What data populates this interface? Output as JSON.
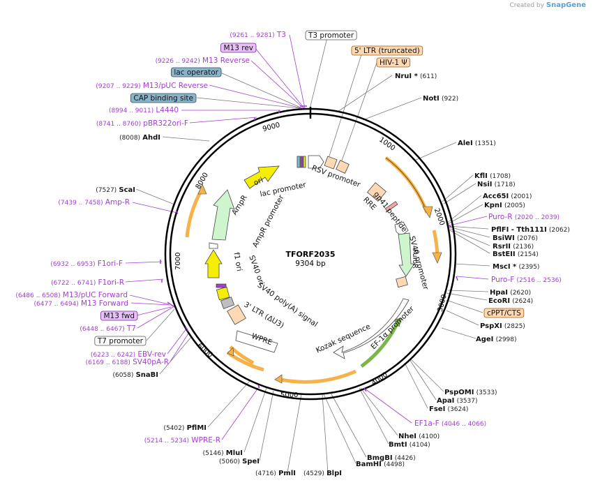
{
  "credit": {
    "prefix": "Created by",
    "brand": "SnapGene"
  },
  "plasmid": {
    "name": "TFORF2035",
    "size": "9304 bp"
  },
  "colors": {
    "primer": "#a23ed0",
    "feature_line": "#707070",
    "orf_fill": "#f6b24a",
    "promoter_fill": "#ffffff",
    "ori_fill": "#f5ee00",
    "ampr_fill": "#cff5cf",
    "ltr_fill": "#ffd9b3",
    "lac_fill": "#8cb4c9"
  },
  "ticks": [
    "1000",
    "2000",
    "3000",
    "4000",
    "5000",
    "6000",
    "7000",
    "8000",
    "9000"
  ],
  "labels": [
    {
      "name": "T3",
      "pos": "(9261 .. 9281)",
      "primer": true
    },
    {
      "name": "M13 rev",
      "boxed": "primer"
    },
    {
      "name": "M13 Reverse",
      "pos": "(9226 .. 9242)",
      "primer": true
    },
    {
      "name": "lac operator",
      "boxed": "blue"
    },
    {
      "name": "M13/pUC Reverse",
      "pos": "(9207 .. 9229)",
      "primer": true
    },
    {
      "name": "CAP binding site",
      "boxed": "blue"
    },
    {
      "name": "L4440",
      "pos": "(8994 .. 9011)",
      "primer": true
    },
    {
      "name": "pBR322ori-F",
      "pos": "(8741 .. 8760)",
      "primer": true
    },
    {
      "name": "AhdI",
      "pos": "(8008)"
    },
    {
      "name": "ScaI",
      "pos": "(7527)"
    },
    {
      "name": "Amp-R",
      "pos": "(7439 .. 7458)",
      "primer": true
    },
    {
      "name": "F1ori-F",
      "pos": "(6932 .. 6953)",
      "primer": true
    },
    {
      "name": "F1ori-R",
      "pos": "(6722 .. 6741)",
      "primer": true
    },
    {
      "name": "M13/pUC Forward",
      "pos": "(6486 .. 6508)",
      "primer": true
    },
    {
      "name": "M13 Forward",
      "pos": "(6477 .. 6494)",
      "primer": true
    },
    {
      "name": "M13 fwd",
      "boxed": "primer"
    },
    {
      "name": "T7",
      "pos": "(6448 .. 6467)",
      "primer": true
    },
    {
      "name": "T7 promoter",
      "boxed": "white"
    },
    {
      "name": "EBV-rev",
      "pos": "(6223 .. 6242)",
      "primer": true
    },
    {
      "name": "SV40pA-R",
      "pos": "(6169 .. 6188)",
      "primer": true
    },
    {
      "name": "SnaBI",
      "pos": "(6058)"
    },
    {
      "name": "PflMI",
      "pos": "(5402)"
    },
    {
      "name": "WPRE-R",
      "pos": "(5214 .. 5234)",
      "primer": true
    },
    {
      "name": "MluI",
      "pos": "(5146)"
    },
    {
      "name": "SpeI",
      "pos": "(5060)"
    },
    {
      "name": "PmlI",
      "pos": "(4716)"
    },
    {
      "name": "BlpI",
      "pos": "(4529)"
    },
    {
      "name": "BamHI",
      "pos": "(4498)"
    },
    {
      "name": "BmgBI",
      "pos": "(4426)"
    },
    {
      "name": "BmtI",
      "pos": "(4104)"
    },
    {
      "name": "NheI",
      "pos": "(4100)"
    },
    {
      "name": "EF1a-F",
      "pos": "(4046 .. 4066)",
      "primer": true
    },
    {
      "name": "FseI",
      "pos": "(3624)"
    },
    {
      "name": "ApaI",
      "pos": "(3537)"
    },
    {
      "name": "PspOMI",
      "pos": "(3533)"
    },
    {
      "name": "AgeI",
      "pos": "(2998)"
    },
    {
      "name": "PspXI",
      "pos": "(2825)"
    },
    {
      "name": "cPPT/CTS",
      "boxed": "orange"
    },
    {
      "name": "EcoRI",
      "pos": "(2624)"
    },
    {
      "name": "HpaI",
      "pos": "(2620)"
    },
    {
      "name": "Puro-F",
      "pos": "(2516 .. 2536)",
      "primer": true
    },
    {
      "name": "MscI *",
      "pos": "(2395)"
    },
    {
      "name": "BstEII",
      "pos": "(2154)"
    },
    {
      "name": "RsrII",
      "pos": "(2136)"
    },
    {
      "name": "BsiWI",
      "pos": "(2076)"
    },
    {
      "name": "PflFI - Tth111I",
      "pos": "(2062)"
    },
    {
      "name": "Puro-R",
      "pos": "(2020 .. 2039)",
      "primer": true
    },
    {
      "name": "KpnI",
      "pos": "(2005)"
    },
    {
      "name": "Acc65I",
      "pos": "(2001)"
    },
    {
      "name": "NsiI",
      "pos": "(1718)"
    },
    {
      "name": "KflI",
      "pos": "(1708)"
    },
    {
      "name": "AleI",
      "pos": "(1351)"
    },
    {
      "name": "NotI",
      "pos": "(922)"
    },
    {
      "name": "NruI *",
      "pos": "(611)"
    },
    {
      "name": "HIV-1 Ψ",
      "boxed": "orange"
    },
    {
      "name": "5' LTR (truncated)",
      "boxed": "orange"
    },
    {
      "name": "T3 promoter",
      "boxed": "white"
    }
  ],
  "inner_labels": [
    "ori",
    "lac promoter",
    "RSV promoter",
    "RRE",
    "gp41 peptide",
    "SV40 promoter",
    "PuroR",
    "EF-1α promoter",
    "Kozak sequence",
    "WPRE",
    "3' LTR (ΔU3)",
    "SV40 poly(A) signal",
    "SV40 ori",
    "f1 ori",
    "AmpR promoter",
    "AmpR"
  ]
}
